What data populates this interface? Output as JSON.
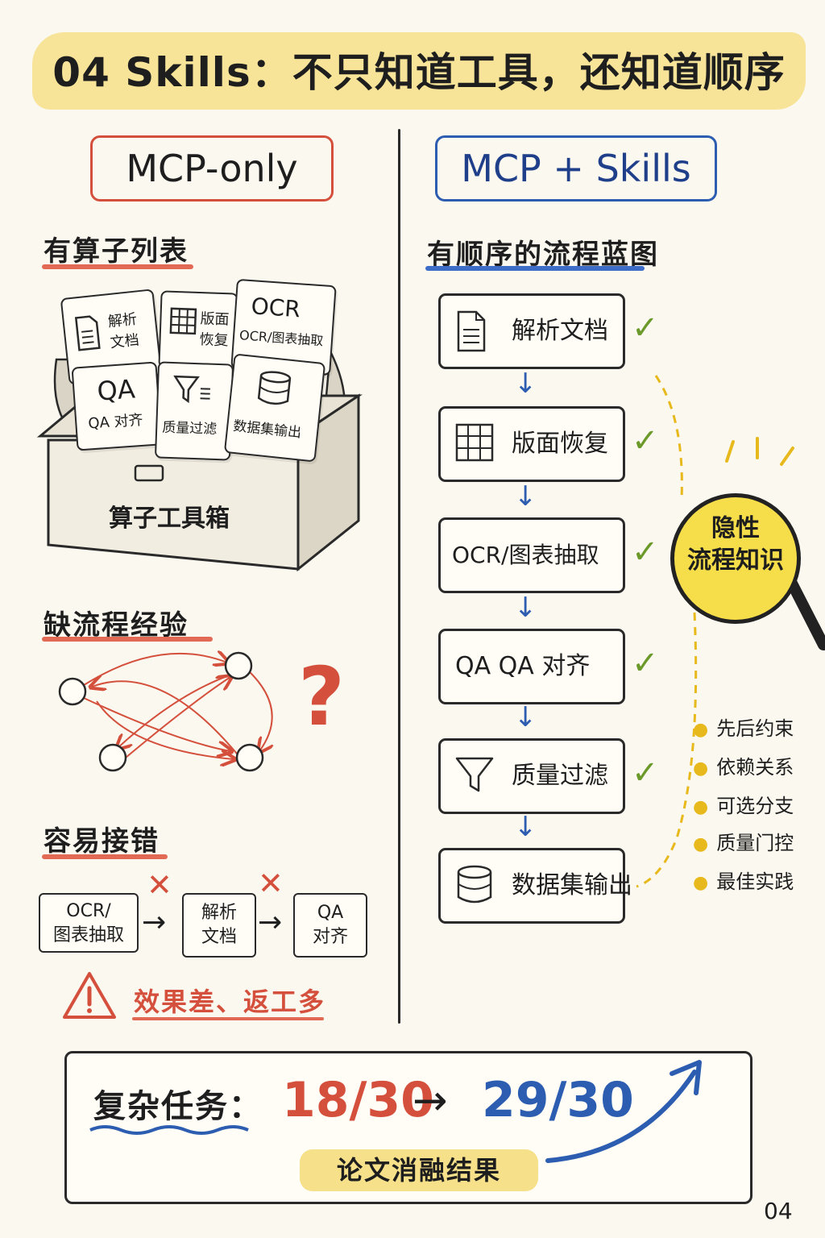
{
  "title": "04  Skills：不只知道工具，还知道顺序",
  "left": {
    "header": "MCP-only",
    "section1": "有算子列表",
    "cards": [
      {
        "line1": "解析",
        "line2": "文档",
        "icon": "document-icon"
      },
      {
        "line1": "版面",
        "line2": "恢复",
        "icon": "grid-icon"
      },
      {
        "line1": "OCR",
        "line2": "OCR/图表抽取",
        "icon": ""
      },
      {
        "line1": "QA",
        "line2": "QA 对齐",
        "icon": ""
      },
      {
        "line1": "质量过滤",
        "line2": "",
        "icon": "funnel-icon"
      },
      {
        "line1": "数据集输出",
        "line2": "",
        "icon": "database-icon"
      }
    ],
    "box_label": "算子工具箱",
    "section2": "缺流程经验",
    "question": "?",
    "section3": "容易接错",
    "mini_flow": [
      {
        "line1": "OCR/",
        "line2": "图表抽取"
      },
      {
        "line1": "解析",
        "line2": "文档"
      },
      {
        "line1": "QA",
        "line2": "对齐"
      }
    ],
    "x_mark": "✕",
    "warning": "效果差、返工多"
  },
  "right": {
    "header": "MCP + Skills",
    "section": "有顺序的流程蓝图",
    "steps": [
      {
        "label": "解析文档",
        "icon": "document-icon"
      },
      {
        "label": "版面恢复",
        "icon": "grid-icon"
      },
      {
        "label": "OCR/图表抽取",
        "icon": ""
      },
      {
        "label": "QA  QA 对齐",
        "icon": ""
      },
      {
        "label": "质量过滤",
        "icon": "funnel-icon"
      },
      {
        "label": "数据集输出",
        "icon": "database-icon"
      }
    ],
    "check": "✓",
    "lens_line1": "隐性",
    "lens_line2": "流程知识",
    "bullets": [
      "先后约束",
      "依赖关系",
      "可选分支",
      "质量门控",
      "最佳实践"
    ]
  },
  "bottom": {
    "label": "复杂任务：",
    "before": "18/30",
    "arrow": "→",
    "after": "29/30",
    "caption": "论文消融结果"
  },
  "page_number": "04",
  "colors": {
    "accent_red": "#d4503c",
    "accent_blue": "#2c5db0",
    "highlight_yellow": "#f6e08a",
    "check_green": "#6c9a2a"
  }
}
